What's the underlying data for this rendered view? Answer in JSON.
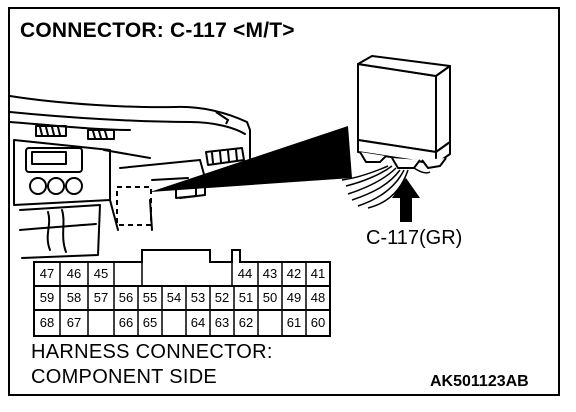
{
  "diagram": {
    "title": "CONNECTOR: C-117 <M/T>",
    "connector_callout": "C-117(GR)",
    "caption_line1": "HARNESS CONNECTOR:",
    "caption_line2": "COMPONENT SIDE",
    "figure_code": "AK501123AB"
  },
  "pins": {
    "row1_left": [
      "47",
      "46",
      "45"
    ],
    "row1_right": [
      "44",
      "43",
      "42",
      "41"
    ],
    "row2": [
      "59",
      "58",
      "57",
      "56",
      "55",
      "54",
      "53",
      "52",
      "51",
      "50",
      "49",
      "48"
    ],
    "row3_left": [
      "68",
      "67"
    ],
    "row3_mid": [
      "66",
      "65"
    ],
    "row3_mid2": [
      "64",
      "63",
      "62"
    ],
    "row3_right": [
      "61",
      "60"
    ]
  }
}
